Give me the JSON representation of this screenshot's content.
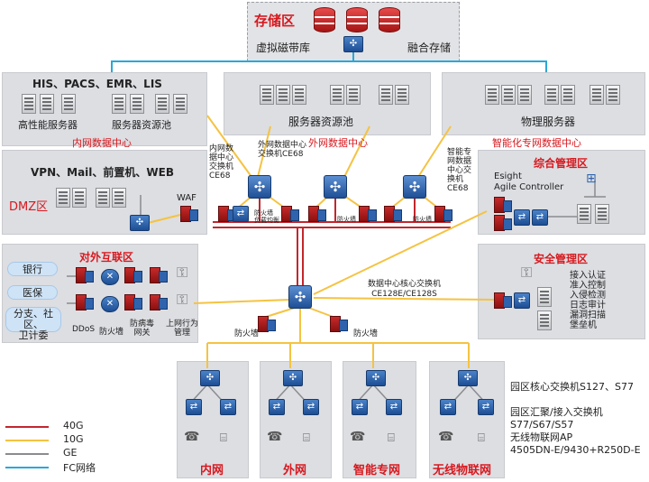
{
  "storage_zone": {
    "title": "存储区",
    "tape_label": "虚拟磁带库",
    "fusion_label": "融合存储"
  },
  "intranet_dc": {
    "title": "内网数据中心",
    "systems": "HIS、PACS、EMR、LIS",
    "hpc_label": "高性能服务器",
    "pool_label": "服务器资源池"
  },
  "extranet_dc": {
    "title": "外网数据中心",
    "pool_label": "服务器资源池"
  },
  "smart_dc": {
    "title": "智能化专网数据中心",
    "phys_label": "物理服务器"
  },
  "dmz": {
    "title": "DMZ区",
    "services": "VPN、Mail、前置机、WEB",
    "waf_label": "WAF"
  },
  "switch_labels": {
    "intranet_core": [
      "内网数",
      "据中心",
      "交换机",
      "CE68"
    ],
    "extranet_core": [
      "外网数据中心",
      "交换机CE68"
    ],
    "smart_core": [
      "智能专",
      "网数据",
      "中心交",
      "换机",
      "CE68"
    ],
    "fw_lb": [
      "防火墙",
      "负载均衡"
    ],
    "fw_a": "防火墙",
    "fw_b": "防火墙"
  },
  "integrated_mgmt": {
    "title": "综合管理区",
    "esight": "Esight",
    "controller": "Agile Controller"
  },
  "security_mgmt": {
    "title": "安全管理区",
    "items": [
      "接入认证",
      "准入控制",
      "入侵检测",
      "日志审计",
      "漏洞扫描",
      "堡垒机"
    ]
  },
  "external_zone": {
    "title": "对外互联区",
    "clouds": [
      "银行",
      "医保",
      "分支、社区、",
      "卫计委"
    ],
    "ddos": "DDoS",
    "firewall": "防火墙",
    "antivirus": "防病毒",
    "antivirus2": "网关",
    "behavior": "上网行为",
    "behavior2": "管理"
  },
  "core": {
    "line1": "数据中心核心交换机",
    "line2": "CE128E/CE128S"
  },
  "core_firewall_left": "防火墙",
  "core_firewall_right": "防火墙",
  "campus_networks": [
    "内网",
    "外网",
    "智能专网",
    "无线物联网"
  ],
  "campus_notes": {
    "core_switch": "园区核心交换机S127、S77",
    "agg_line1": "园区汇聚/接入交换机",
    "agg_line2": "S77/S67/S57",
    "ap_line1": "无线物联网AP",
    "ap_line2": "4505DN-E/9430+R250D-E"
  },
  "legend": [
    {
      "label": "40G",
      "color": "#c1272d"
    },
    {
      "label": "10G",
      "color": "#f5c342"
    },
    {
      "label": "GE",
      "color": "#8a8c90"
    },
    {
      "label": "FC网络",
      "color": "#29a8d8"
    }
  ]
}
